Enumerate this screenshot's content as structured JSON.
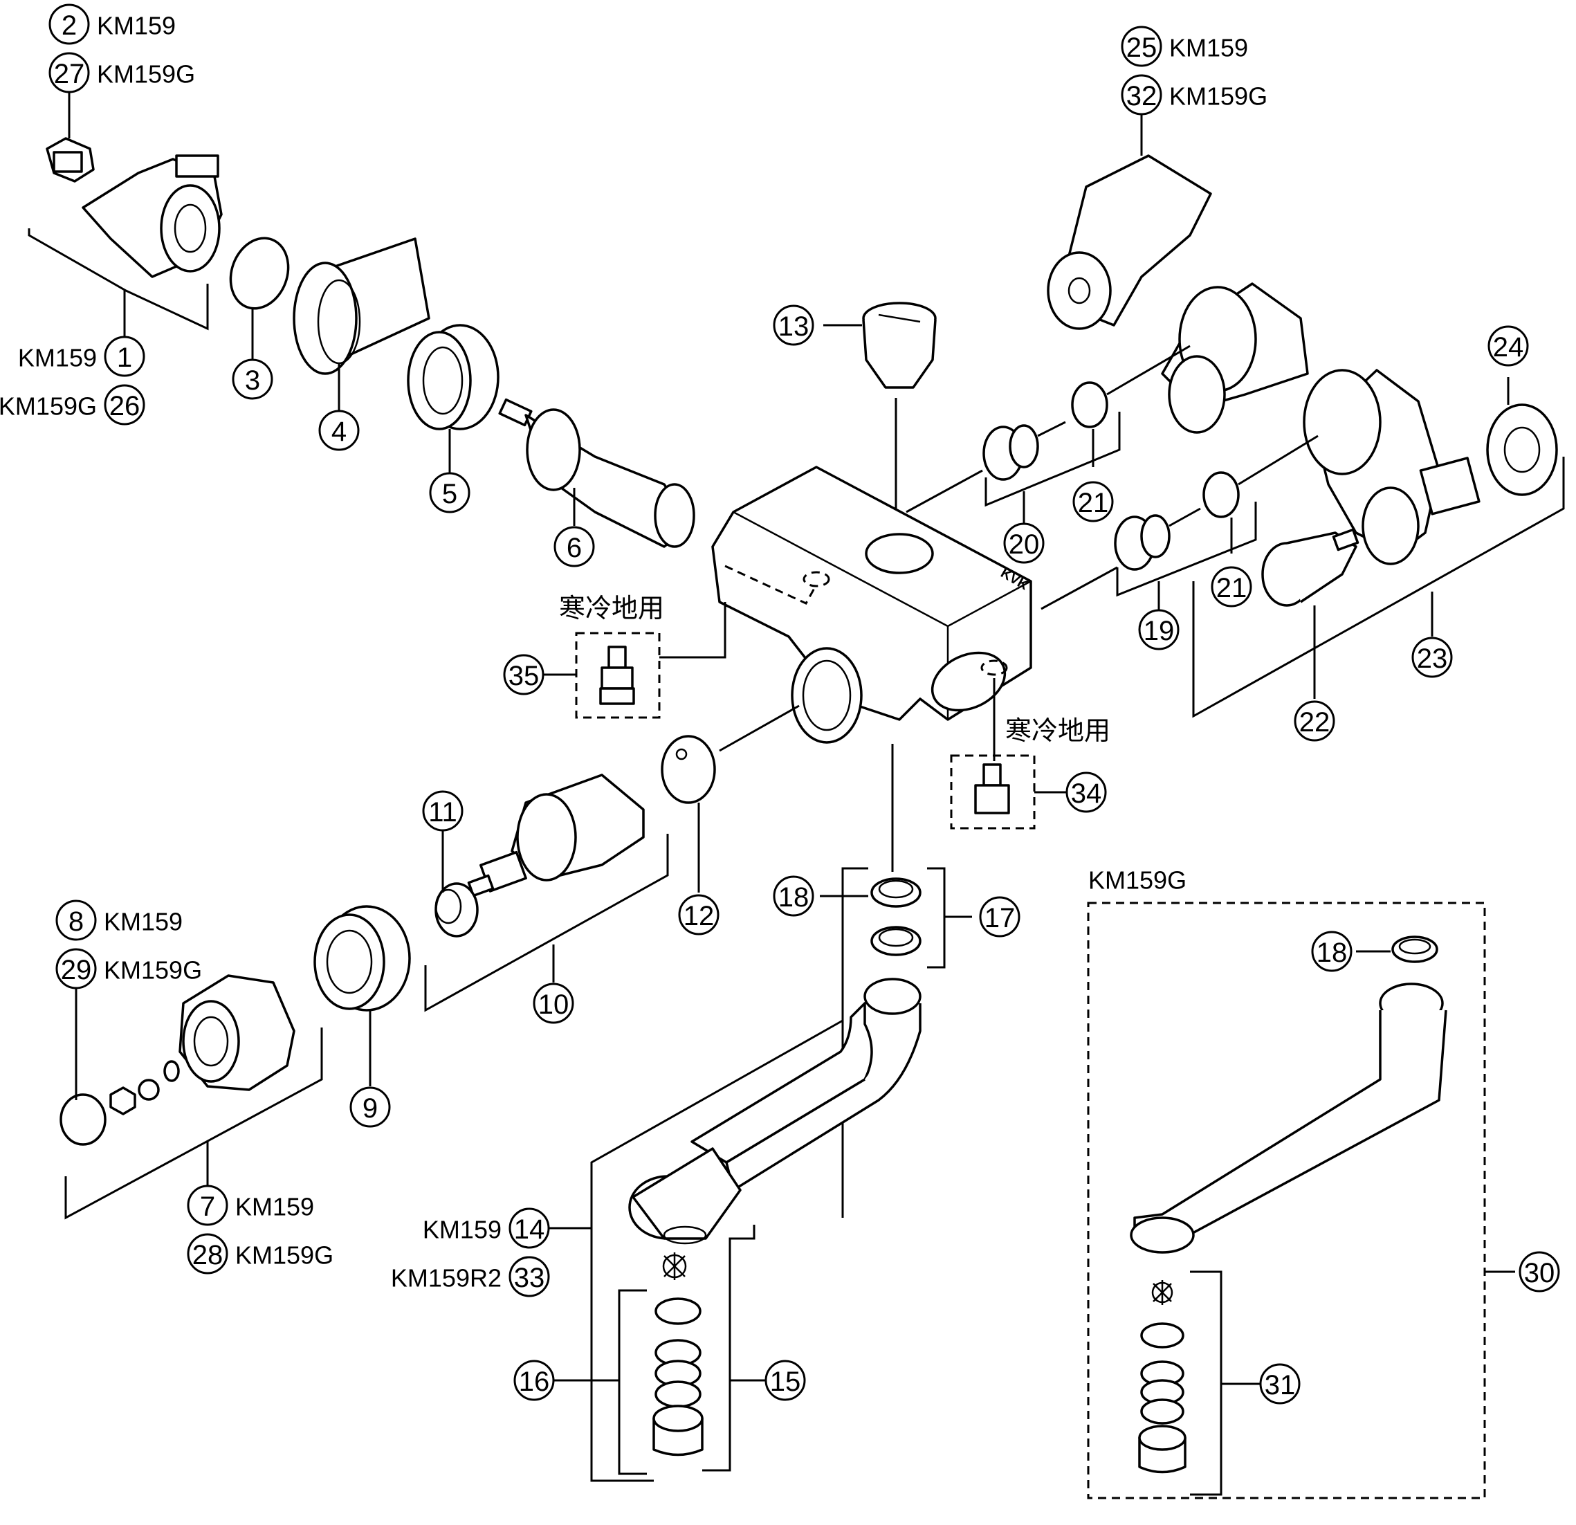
{
  "parts": [
    {
      "id": "c2",
      "num": "2",
      "model": "KM159"
    },
    {
      "id": "c27",
      "num": "27",
      "model": "KM159G"
    },
    {
      "id": "c1",
      "num": "1",
      "model": "KM159"
    },
    {
      "id": "c26",
      "num": "26",
      "model": "KM159G"
    },
    {
      "id": "c3",
      "num": "3"
    },
    {
      "id": "c4",
      "num": "4"
    },
    {
      "id": "c5",
      "num": "5"
    },
    {
      "id": "c6",
      "num": "6"
    },
    {
      "id": "c13",
      "num": "13"
    },
    {
      "id": "c25",
      "num": "25",
      "model": "KM159"
    },
    {
      "id": "c32",
      "num": "32",
      "model": "KM159G"
    },
    {
      "id": "c24",
      "num": "24"
    },
    {
      "id": "c20",
      "num": "20"
    },
    {
      "id": "c21a",
      "num": "21"
    },
    {
      "id": "c21b",
      "num": "21"
    },
    {
      "id": "c19",
      "num": "19"
    },
    {
      "id": "c23",
      "num": "23"
    },
    {
      "id": "c22",
      "num": "22"
    },
    {
      "id": "c35",
      "num": "35"
    },
    {
      "id": "c34",
      "num": "34"
    },
    {
      "id": "c11",
      "num": "11"
    },
    {
      "id": "c12",
      "num": "12"
    },
    {
      "id": "c10",
      "num": "10"
    },
    {
      "id": "c8",
      "num": "8",
      "model": "KM159"
    },
    {
      "id": "c29",
      "num": "29",
      "model": "KM159G"
    },
    {
      "id": "c9",
      "num": "9"
    },
    {
      "id": "c7",
      "num": "7",
      "model": "KM159"
    },
    {
      "id": "c28",
      "num": "28",
      "model": "KM159G"
    },
    {
      "id": "c18a",
      "num": "18"
    },
    {
      "id": "c17",
      "num": "17"
    },
    {
      "id": "c14",
      "num": "14",
      "model": "KM159"
    },
    {
      "id": "c33",
      "num": "33",
      "model": "KM159R2"
    },
    {
      "id": "c16",
      "num": "16"
    },
    {
      "id": "c15",
      "num": "15"
    },
    {
      "id": "c18b",
      "num": "18"
    },
    {
      "id": "c30",
      "num": "30"
    },
    {
      "id": "c31",
      "num": "31"
    }
  ],
  "cold_region_label": "寒冷地用",
  "body_mark": "KVK",
  "variant_box_title": "KM159G"
}
